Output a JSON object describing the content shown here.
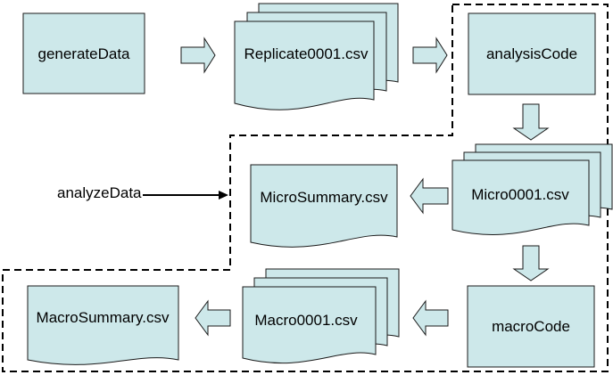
{
  "nodes": {
    "generate_data": "generateData",
    "replicate_csv": "Replicate0001.csv",
    "analysis_code": "analysisCode",
    "micro_csv": "Micro0001.csv",
    "micro_summary": "MicroSummary.csv",
    "macro_code": "macroCode",
    "macro_csv": "Macro0001.csv",
    "macro_summary": "MacroSummary.csv"
  },
  "callout_label": "analyzeData",
  "colors": {
    "node_fill": "#cde8ea",
    "node_stroke": "#1a1a1a",
    "boundary": "#000000"
  }
}
